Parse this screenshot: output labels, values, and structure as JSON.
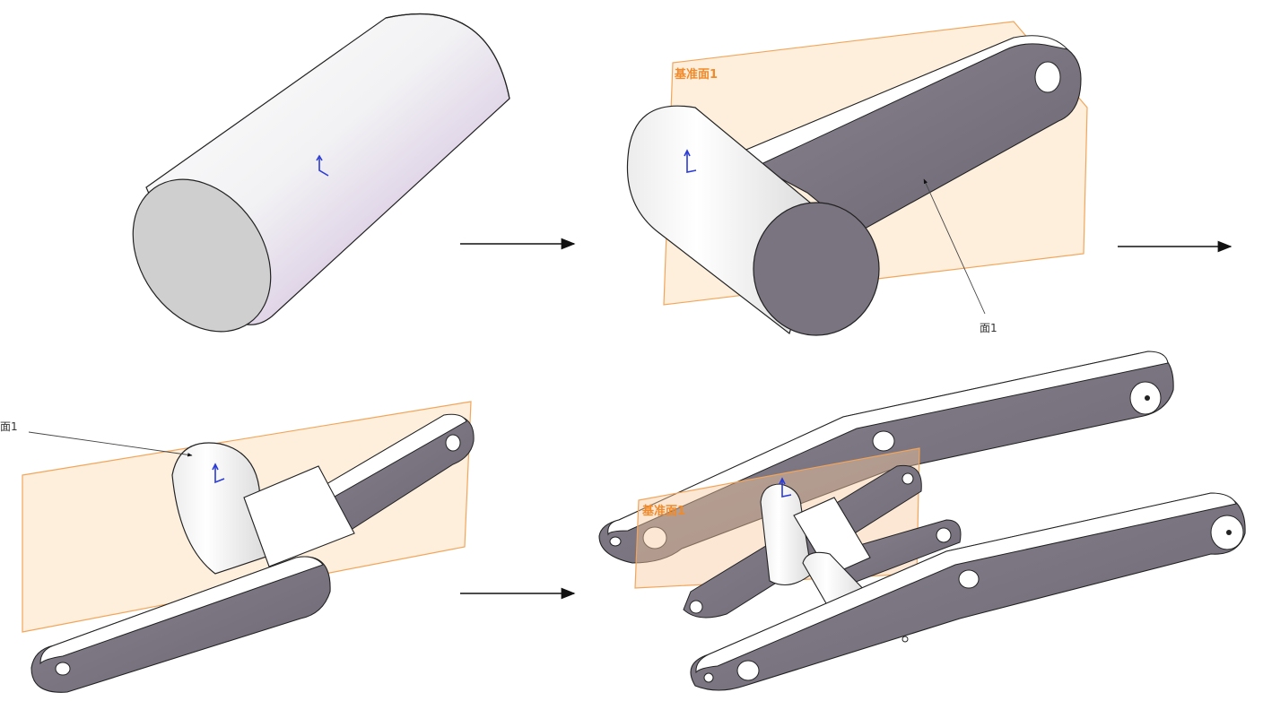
{
  "steps": [
    {
      "id": "step-1-cylinder"
    },
    {
      "id": "step-2-single-arm",
      "plane_label": "基准面1",
      "face_label": "面1"
    },
    {
      "id": "step-3-mirrored-arm",
      "face_label": "面1"
    },
    {
      "id": "step-4-linkage-assembly",
      "plane_label": "基准面1"
    }
  ],
  "arrows": [
    {
      "id": "arrow-1-to-2"
    },
    {
      "id": "arrow-2-to-3"
    },
    {
      "id": "arrow-3-to-4"
    }
  ],
  "colors": {
    "plane_fill": "#fde9d2",
    "plane_edge": "#f2a55a",
    "plane_label": "#f08a2a",
    "face_dark": "#7a7480",
    "face_light": "#ffffff",
    "edge": "#222222",
    "triad_blue": "#2a3bd6"
  },
  "icons": [
    "coordinate-triad-icon",
    "arrow-right-icon"
  ]
}
